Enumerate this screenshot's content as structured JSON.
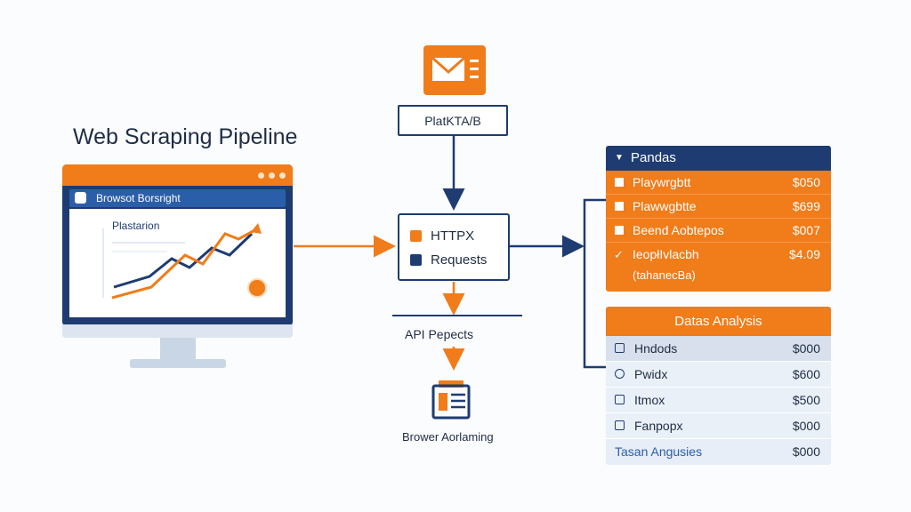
{
  "title": "Web Scraping Pipeline",
  "browser": {
    "url_text": "Browsot Borsright",
    "screen_label": "Plastarion"
  },
  "email_box": {
    "label": "PlatKTA/B"
  },
  "http_box": {
    "items": [
      {
        "label": "HTTPX",
        "color": "#f07c1a"
      },
      {
        "label": "Requests",
        "color": "#1e3c72"
      }
    ]
  },
  "api_label": "API Pepects",
  "doc_label": "Brower Aorlaming",
  "pandas": {
    "title": "Pandas",
    "rows": [
      {
        "name": "Playwrgbtt",
        "price": "$050"
      },
      {
        "name": "Plawwgbtte",
        "price": "$699"
      },
      {
        "name": "Beend Aobtepos",
        "price": "$007"
      },
      {
        "name": "IeopłIvlacbh",
        "price": "$4.09"
      }
    ],
    "note": "(tahanecBa)"
  },
  "analysis": {
    "title": "Datas Analysis",
    "rows": [
      {
        "name": "Hndods",
        "price": "$000"
      },
      {
        "name": "Pwidx",
        "price": "$600"
      },
      {
        "name": "Itmox",
        "price": "$500"
      },
      {
        "name": "Fanpopx",
        "price": "$000"
      }
    ],
    "footer": {
      "name": "Tasan Angusies",
      "price": "$000"
    }
  },
  "colors": {
    "accent": "#f07c1a",
    "navy": "#1e3c72"
  }
}
